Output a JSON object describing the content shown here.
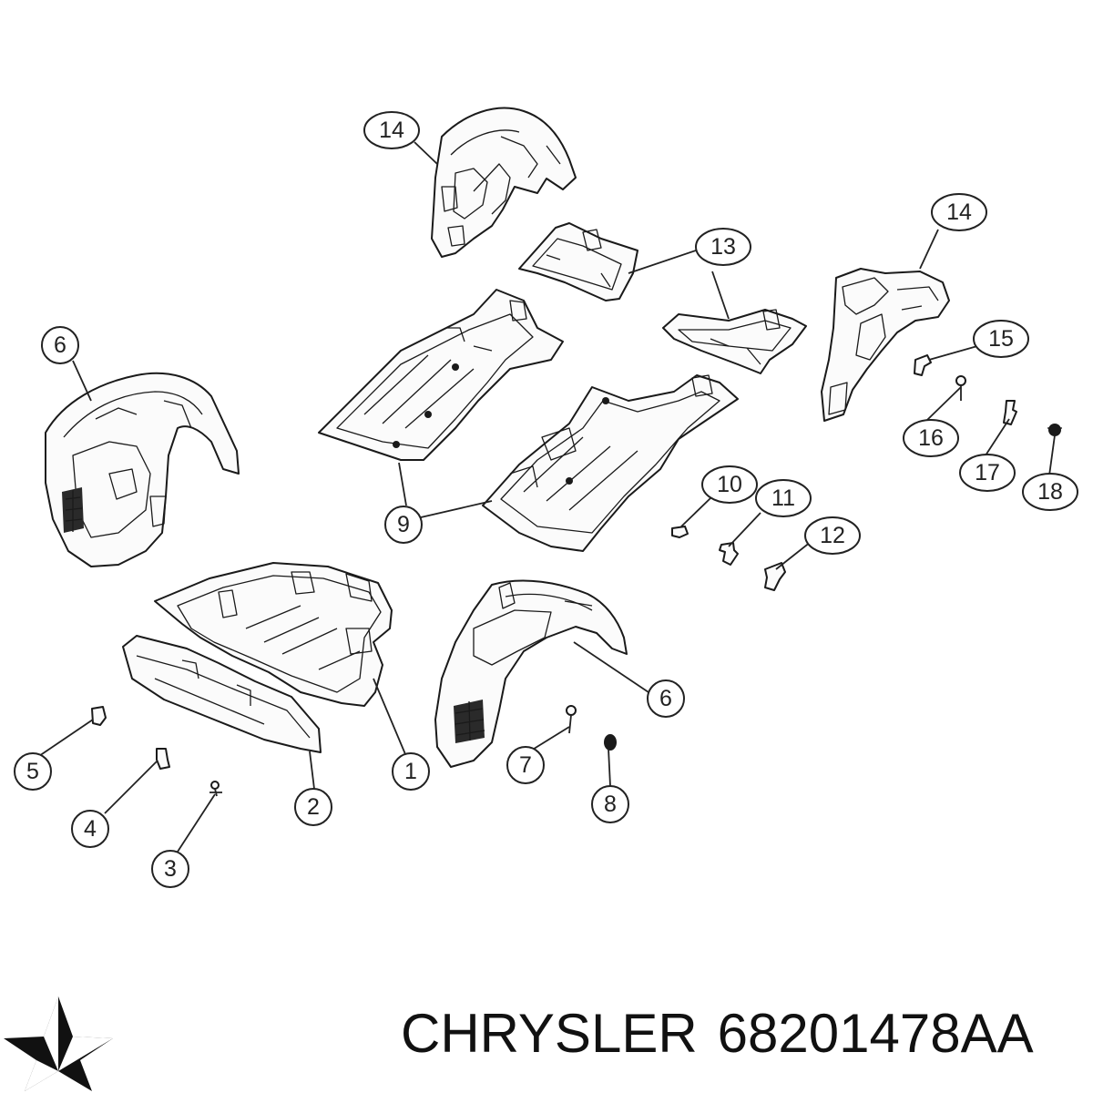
{
  "brand": {
    "name": "CHRYSLER",
    "part_number": "68201478AA",
    "logo_icon": "chrysler-pentastar-icon"
  },
  "callouts": [
    "1",
    "2",
    "3",
    "4",
    "5",
    "6",
    "6",
    "7",
    "8",
    "9",
    "10",
    "11",
    "12",
    "13",
    "14",
    "14",
    "15",
    "16",
    "17",
    "18"
  ]
}
